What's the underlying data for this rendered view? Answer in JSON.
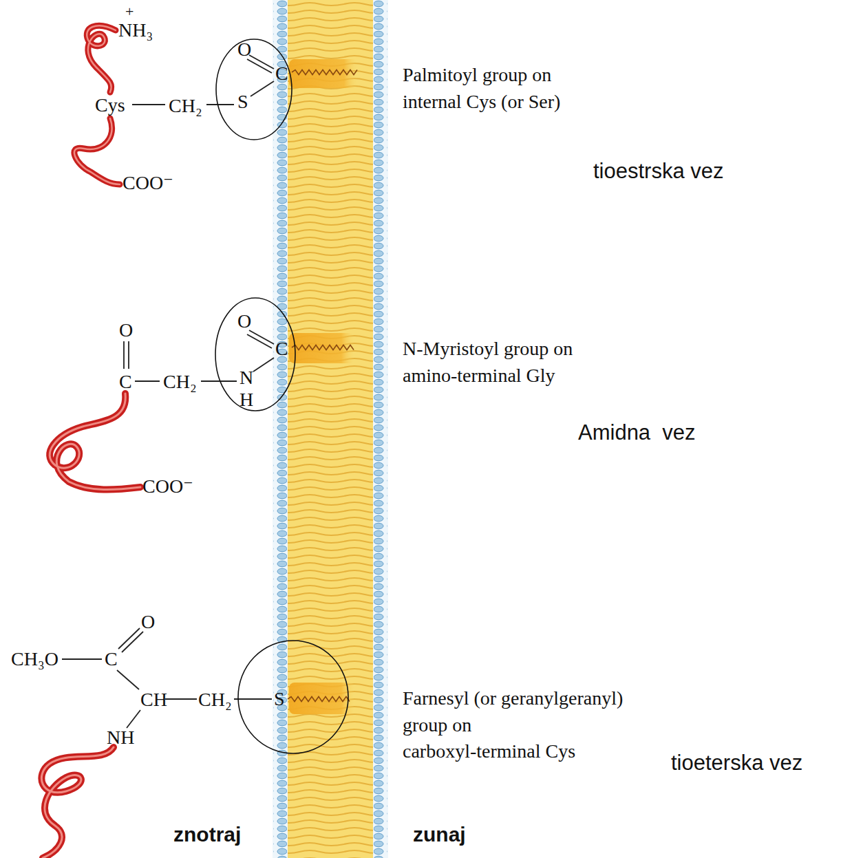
{
  "diagram": {
    "nodes": [
      {
        "text": [
          "O",
          "C",
          "S"
        ]
      },
      {
        "text": [
          "O",
          "C",
          "N",
          "H"
        ]
      },
      {
        "text": [
          "S"
        ]
      }
    ],
    "labels": [
      "+",
      "NH₃",
      "Cys",
      "CH₂",
      "COO⁻",
      "Palmitoyl group on internal Cys (or Ser)",
      "tioestrska vez",
      "O",
      "C",
      "CH₂",
      "COO⁻",
      "N-Myristoyl group on amino-terminal Gly",
      "Amidna  vez",
      "O",
      "CH₃O",
      "C",
      "CH",
      "CH₂",
      "NH",
      "Farnesyl (or geranylgeranyl) group on carboxyl-terminal Cys",
      "tioeterska vez",
      "znotraj",
      "zunaj"
    ]
  }
}
